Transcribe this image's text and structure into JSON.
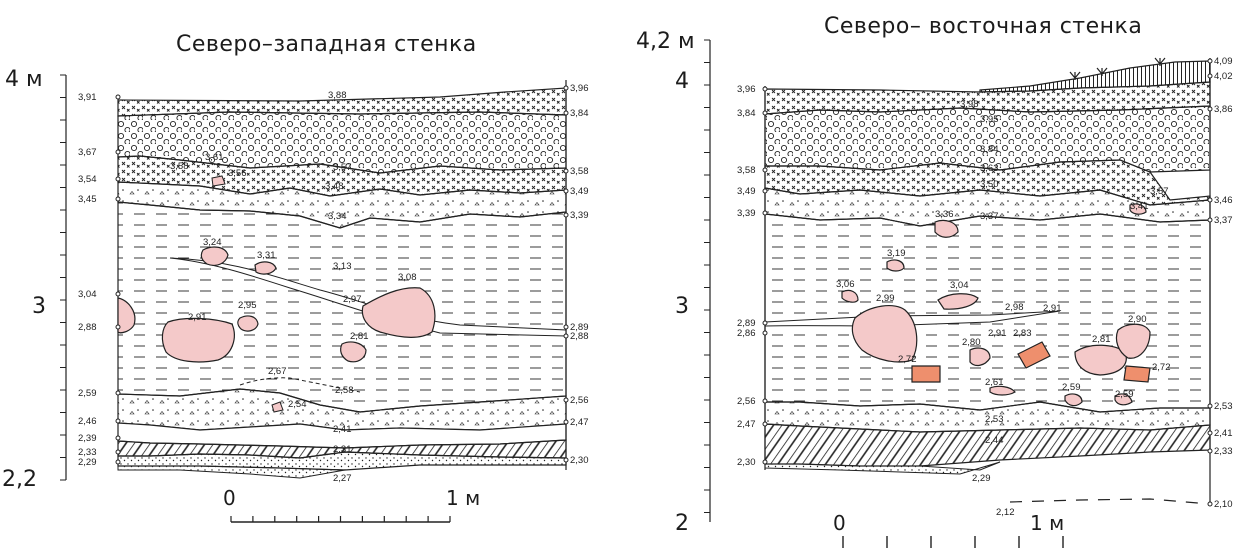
{
  "colors": {
    "stone_fill": "#f4c9c9",
    "brick_fill": "#ee8f6d",
    "line": "#222222"
  },
  "left": {
    "title": "Северо–западная стенка",
    "axis": {
      "top": "4 м",
      "mid": "3",
      "bottom": "2,2"
    },
    "scale": {
      "zero": "0",
      "one": "1 м"
    },
    "left_edge": [
      "3,91",
      "3,67",
      "3,54",
      "3,45",
      "3,04",
      "2,88",
      "2,59",
      "2,46",
      "2,39",
      "2,33",
      "2,29"
    ],
    "right_edge": [
      "3,96",
      "3,84",
      "3,58",
      "3,49",
      "3,39",
      "2,89",
      "2,88",
      "2,56",
      "2,47",
      "2,30"
    ],
    "inner": [
      "3,88",
      "3,61",
      "3,58",
      "3,56",
      "3,57",
      "3,48",
      "3,34",
      "3,31",
      "3,24",
      "3,13",
      "3,08",
      "2,95",
      "2,91",
      "2,97",
      "2,81",
      "2,67",
      "2,58",
      "2,54",
      "2,41",
      "2,31",
      "2,27"
    ]
  },
  "right": {
    "title": "Северо– восточная стенка",
    "axis": {
      "top": "4,2 м",
      "t4": "4",
      "mid": "3",
      "bottom": "2"
    },
    "scale": {
      "zero": "0",
      "one": "1 м"
    },
    "left_edge": [
      "3,96",
      "3,84",
      "3,58",
      "3,49",
      "3,39",
      "2,89",
      "2,86",
      "2,56",
      "2,47",
      "2,30"
    ],
    "right_edge": [
      "4,09",
      "4,02",
      "3,86",
      "3,46",
      "3,37",
      "2,53",
      "2,41",
      "2,33",
      "2,10"
    ],
    "inner": [
      "3,98",
      "3,95",
      "3,84",
      "3,63",
      "3,57",
      "3,50",
      "3,41",
      "3,36",
      "3,37",
      "3,19",
      "3,06",
      "3,04",
      "2,99",
      "2,98",
      "2,91",
      "2,91",
      "2,80",
      "2,83",
      "2,90",
      "2,81",
      "2,72",
      "2,72",
      "2,61",
      "2,59",
      "2,59",
      "2,53",
      "2,44",
      "2,29",
      "2,12"
    ]
  }
}
